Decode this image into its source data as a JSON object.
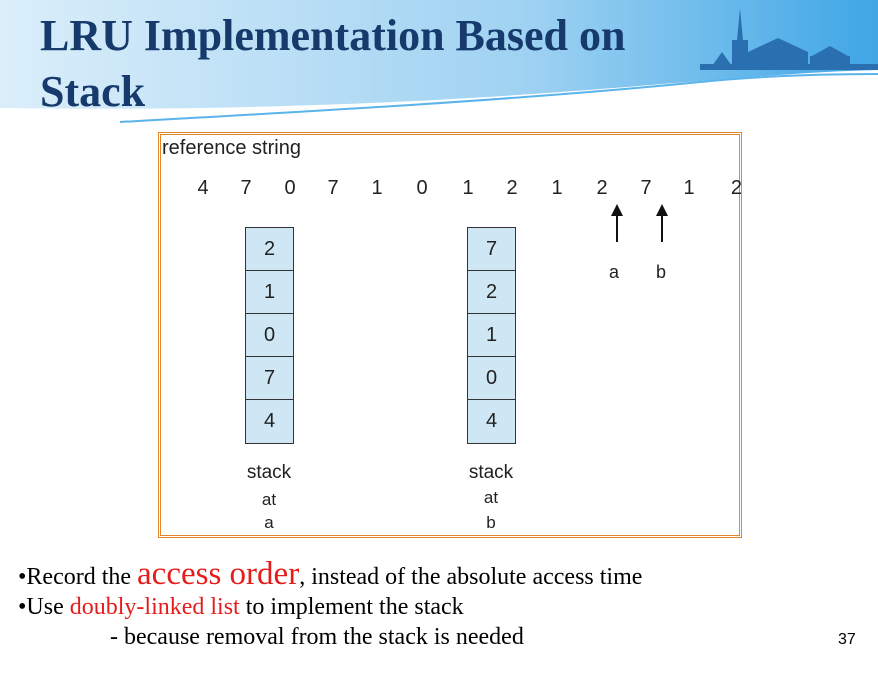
{
  "slide": {
    "title_line1": "LRU Implementation Based on",
    "title_line2": "Stack",
    "page_number": "37"
  },
  "figure": {
    "reference_label": "reference string",
    "reference_string": [
      "4",
      "7",
      "0",
      "7",
      "1",
      "0",
      "1",
      "2",
      "1",
      "2",
      "7",
      "1",
      "2"
    ],
    "markers": [
      {
        "label": "a",
        "index": 9
      },
      {
        "label": "b",
        "index": 10
      }
    ],
    "stacks": [
      {
        "top_to_bottom": [
          "2",
          "1",
          "0",
          "7",
          "4"
        ],
        "caption": "stack",
        "caption2": "at",
        "caption3": "a"
      },
      {
        "top_to_bottom": [
          "7",
          "2",
          "1",
          "0",
          "4"
        ],
        "caption": "stack",
        "caption2": "at",
        "caption3": "b"
      }
    ]
  },
  "bullets": {
    "b1_pre": "•Record the ",
    "b1_hl": "access order",
    "b1_post": ", instead of the absolute access time",
    "b2_pre": "•Use ",
    "b2_hl": "doubly-linked list",
    "b2_post": " to implement the stack",
    "b3": "- because removal from the stack is needed"
  },
  "colors": {
    "title": "#153a6b",
    "figure_border": "#e0882b",
    "stack_cell": "#cfe7f5",
    "highlight": "#e51c1c"
  }
}
